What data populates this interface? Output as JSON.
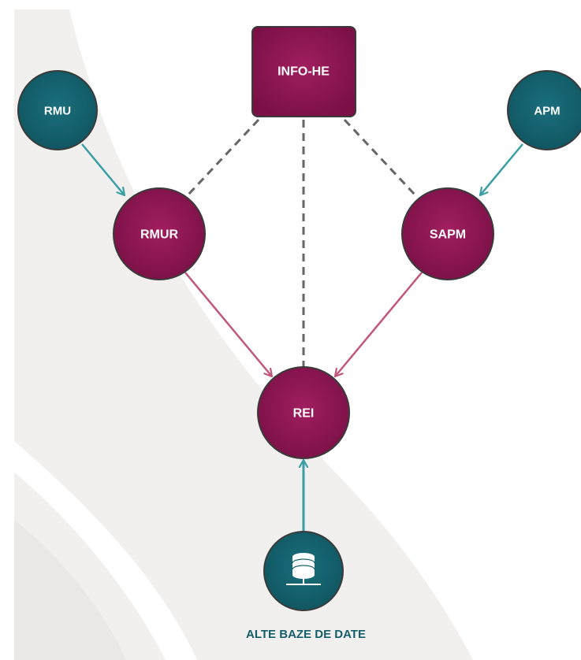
{
  "nodes": {
    "info_he": {
      "label": "INFO-HE",
      "kind": "system-hub"
    },
    "rmu": {
      "label": "RMU",
      "kind": "external-source"
    },
    "apm": {
      "label": "APM",
      "kind": "external-source"
    },
    "rmur": {
      "label": "RMUR",
      "kind": "system"
    },
    "sapm": {
      "label": "SAPM",
      "kind": "system"
    },
    "rei": {
      "label": "REI",
      "kind": "system"
    },
    "databases": {
      "label": "ALTE BAZE DE DATE",
      "icon": "database-server-icon",
      "kind": "external-source"
    }
  },
  "edges": [
    {
      "from": "RMU",
      "to": "RMUR",
      "style": "arrow",
      "color": "teal"
    },
    {
      "from": "APM",
      "to": "SAPM",
      "style": "arrow",
      "color": "teal"
    },
    {
      "from": "RMUR",
      "to": "REI",
      "style": "arrow",
      "color": "magenta"
    },
    {
      "from": "SAPM",
      "to": "REI",
      "style": "arrow",
      "color": "magenta"
    },
    {
      "from": "ALTE BAZE DE DATE",
      "to": "REI",
      "style": "arrow",
      "color": "teal"
    },
    {
      "from": "INFO-HE",
      "to": "RMUR",
      "style": "dashed"
    },
    {
      "from": "INFO-HE",
      "to": "REI",
      "style": "dashed"
    },
    {
      "from": "INFO-HE",
      "to": "SAPM",
      "style": "dashed"
    }
  ],
  "colors": {
    "magenta_node": "#8b1550",
    "teal_node": "#135f6b",
    "teal_arrow": "#3a9ea5",
    "magenta_arrow": "#c0557e",
    "dashed_line": "#666666",
    "node_border": "#3a3a3a",
    "background_band": "#f1f0ef",
    "caption": "#145e6a"
  }
}
